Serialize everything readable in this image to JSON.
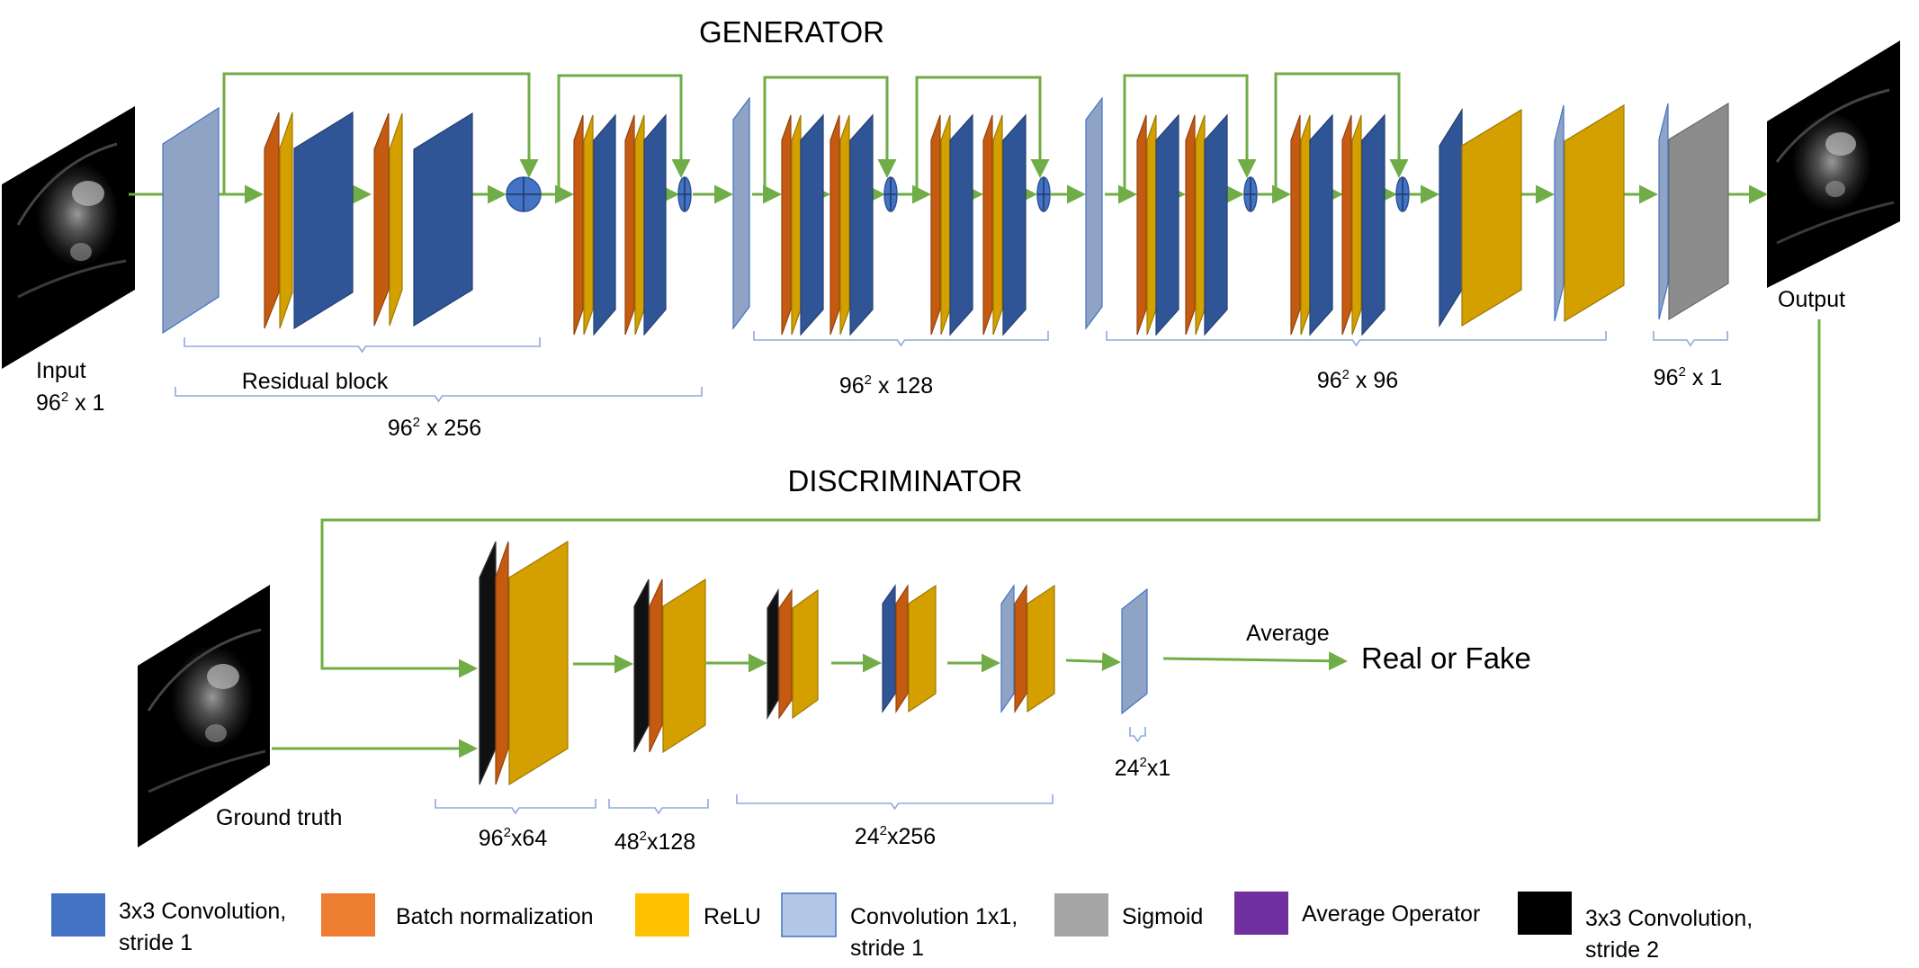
{
  "generator": {
    "title": "GENERATOR",
    "input_label": "Input",
    "input_dims": {
      "base": "96",
      "exp": "2",
      "rest": " x 1"
    },
    "output_label": "Output",
    "residual_block_label": "Residual block",
    "dims": [
      {
        "base": "96",
        "exp": "2",
        "rest": " x 256"
      },
      {
        "base": "96",
        "exp": "2",
        "rest": " x 128"
      },
      {
        "base": "96",
        "exp": "2",
        "rest": " x 96"
      },
      {
        "base": "96",
        "exp": "2",
        "rest": " x 1"
      }
    ]
  },
  "discriminator": {
    "title": "DISCRIMINATOR",
    "ground_truth_label": "Ground truth",
    "average_label": "Average",
    "result_label": "Real or Fake",
    "dims": [
      {
        "base": "96",
        "exp": "2",
        "rest": "x64"
      },
      {
        "base": "48",
        "exp": "2",
        "rest": "x128"
      },
      {
        "base": "24",
        "exp": "2",
        "rest": "x256"
      },
      {
        "base": "24",
        "exp": "2",
        "rest": "x1"
      }
    ]
  },
  "legend": [
    {
      "color": "#4472C4",
      "line1": "3x3 Convolution,",
      "line2": "stride 1"
    },
    {
      "color": "#ED7D31",
      "line1": "Batch normalization",
      "line2": ""
    },
    {
      "color": "#FFC000",
      "line1": "ReLU",
      "line2": ""
    },
    {
      "color": "#B4C7E7",
      "line1": "Convolution 1x1,",
      "line2": "stride 1"
    },
    {
      "color": "#A5A5A5",
      "line1": "Sigmoid",
      "line2": ""
    },
    {
      "color": "#7030A0",
      "line1": "Average Operator",
      "line2": ""
    },
    {
      "color": "#000000",
      "line1": "3x3 Convolution,",
      "line2": "stride 2"
    }
  ],
  "colors": {
    "conv3x3": "#2F5597",
    "batchnorm": "#C55A11",
    "relu": "#D4A000",
    "conv1x1": "#8FA3C4",
    "sigmoid": "#8C8C8C",
    "conv_stride2": "#111111",
    "arrow": "#70AD47",
    "bracket": "#8FAADC"
  }
}
